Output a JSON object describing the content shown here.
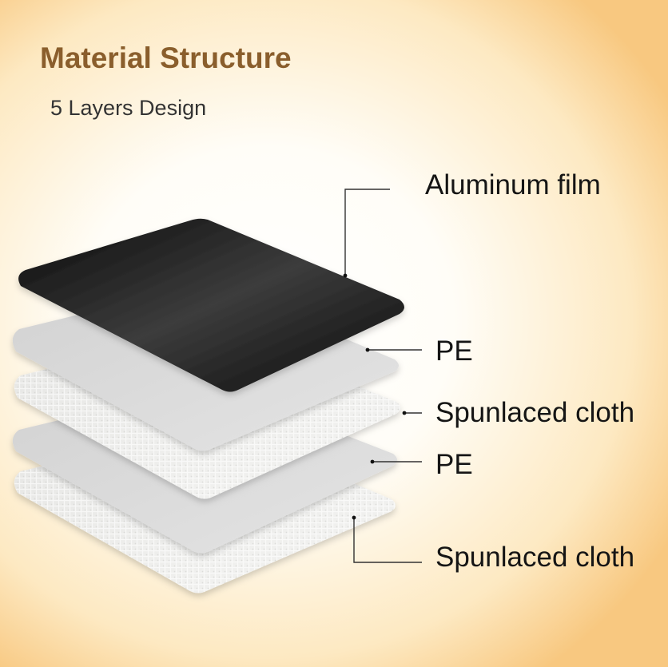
{
  "header": {
    "title": "Material Structure",
    "subtitle": "5 Layers Design"
  },
  "layers": [
    {
      "label": "Aluminum film",
      "material": "aluminum",
      "color": "#1c1c1c"
    },
    {
      "label": "PE",
      "material": "pe",
      "color": "#d9d9d9"
    },
    {
      "label": "Spunlaced cloth",
      "material": "cloth",
      "color": "#ededeb"
    },
    {
      "label": "PE",
      "material": "pe",
      "color": "#d9d9d9"
    },
    {
      "label": "Spunlaced cloth",
      "material": "cloth",
      "color": "#ededeb"
    }
  ],
  "colors": {
    "title": "#8a5e2c",
    "background_edge": "#f8c880",
    "leader_line": "#333333"
  }
}
